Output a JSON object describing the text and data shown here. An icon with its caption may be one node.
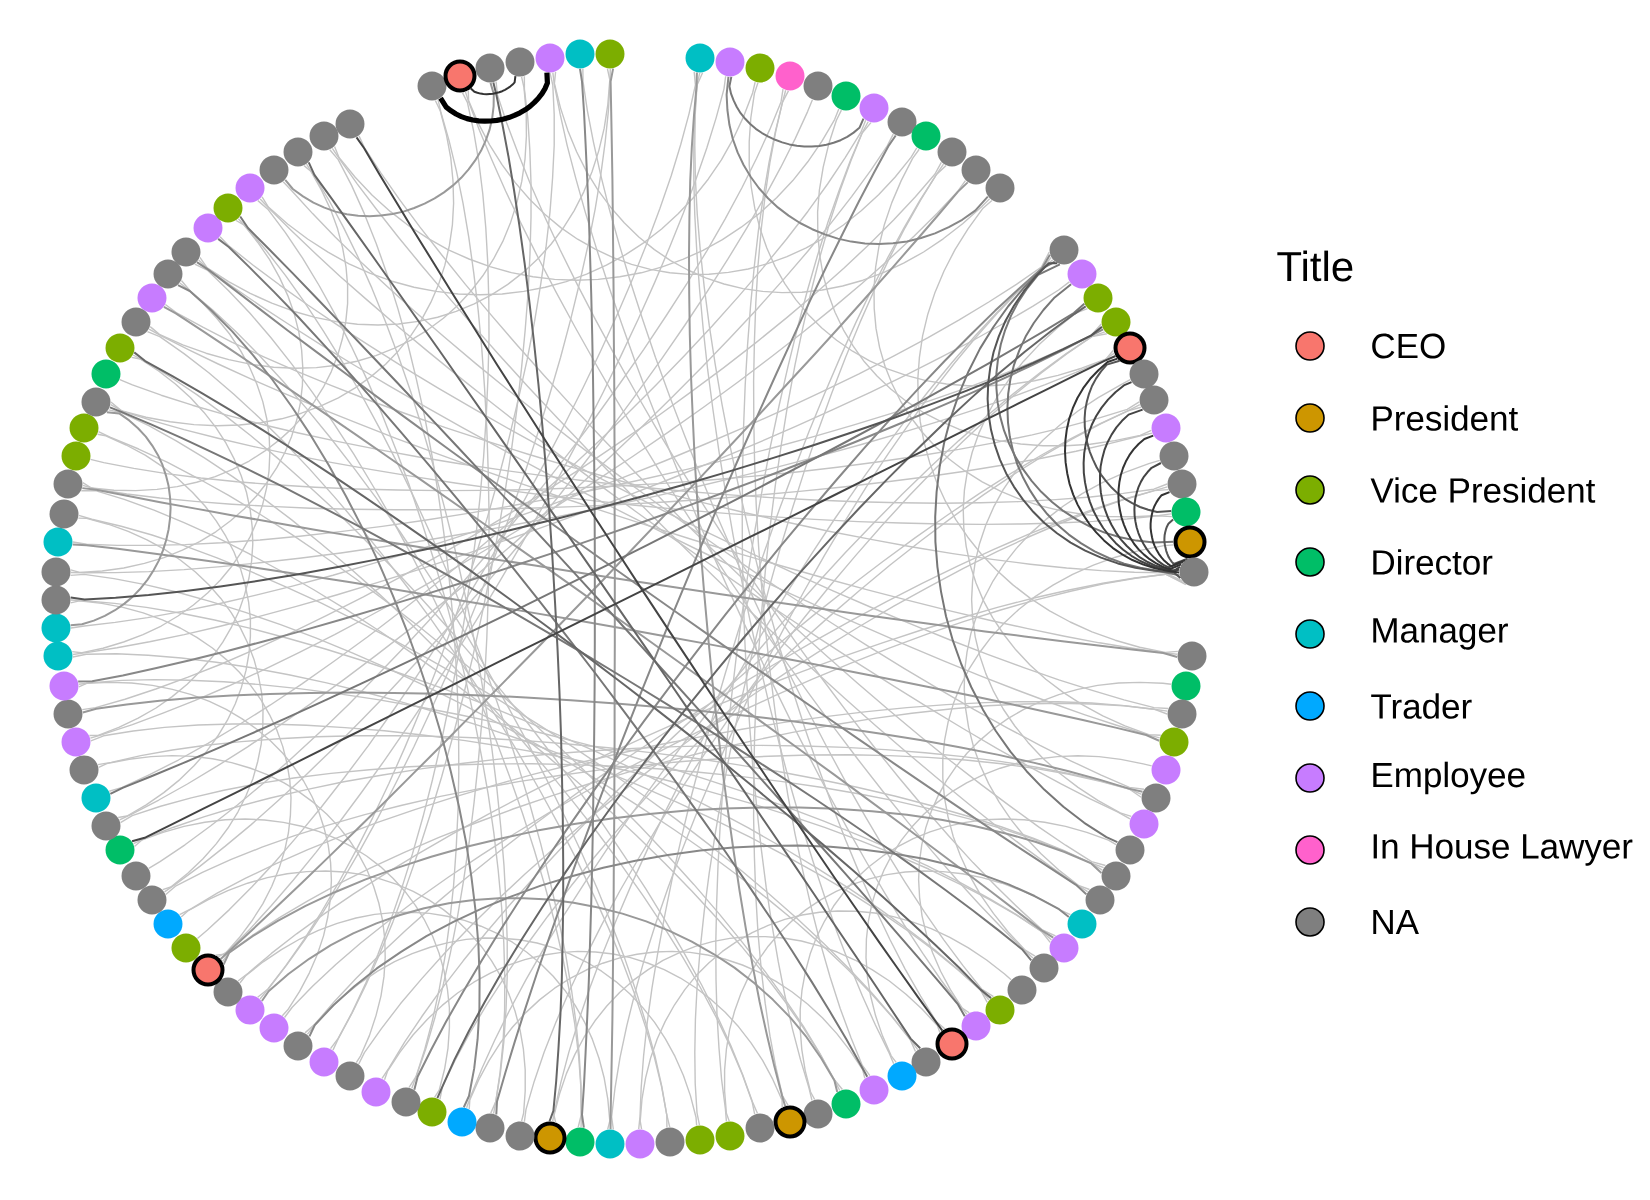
{
  "diagram": {
    "nodes": [
      {
        "text": [],
        "shape": "circle"
      },
      {
        "text": [],
        "shape": "circle"
      },
      {
        "text": [],
        "shape": "circle"
      },
      {
        "text": [],
        "shape": "circle"
      },
      {
        "text": [],
        "shape": "circle"
      },
      {
        "text": [],
        "shape": "circle"
      },
      {
        "text": [],
        "shape": "circle"
      },
      {
        "text": [],
        "shape": "circle"
      },
      {
        "text": [],
        "shape": "circle"
      },
      {
        "text": [],
        "shape": "circle"
      },
      {
        "text": [],
        "shape": "circle"
      },
      {
        "text": [],
        "shape": "circle"
      },
      {
        "text": [],
        "shape": "circle"
      },
      {
        "text": [],
        "shape": "circle"
      },
      {
        "text": [],
        "shape": "circle"
      },
      {
        "text": [],
        "shape": "circle"
      },
      {
        "text": [],
        "shape": "circle"
      },
      {
        "text": [],
        "shape": "circle"
      },
      {
        "text": [],
        "shape": "circle"
      },
      {
        "text": [],
        "shape": "circle"
      },
      {
        "text": [],
        "shape": "circle"
      },
      {
        "text": [],
        "shape": "circle"
      },
      {
        "text": [],
        "shape": "circle"
      },
      {
        "text": [],
        "shape": "circle"
      },
      {
        "text": [],
        "shape": "circle"
      },
      {
        "text": [],
        "shape": "circle"
      },
      {
        "text": [],
        "shape": "circle"
      },
      {
        "text": [],
        "shape": "circle"
      },
      {
        "text": [],
        "shape": "circle"
      },
      {
        "text": [],
        "shape": "circle"
      },
      {
        "text": [],
        "shape": "circle"
      },
      {
        "text": [],
        "shape": "circle"
      },
      {
        "text": [],
        "shape": "circle"
      },
      {
        "text": [],
        "shape": "circle"
      },
      {
        "text": [],
        "shape": "circle"
      },
      {
        "text": [],
        "shape": "circle"
      },
      {
        "text": [],
        "shape": "circle"
      },
      {
        "text": [],
        "shape": "circle"
      },
      {
        "text": [],
        "shape": "circle"
      },
      {
        "text": [],
        "shape": "circle"
      },
      {
        "text": [],
        "shape": "circle"
      },
      {
        "text": [],
        "shape": "circle"
      },
      {
        "text": [],
        "shape": "circle"
      },
      {
        "text": [],
        "shape": "circle"
      },
      {
        "text": [],
        "shape": "circle"
      },
      {
        "text": [],
        "shape": "circle"
      },
      {
        "text": [],
        "shape": "circle"
      },
      {
        "text": [],
        "shape": "circle"
      },
      {
        "text": [],
        "shape": "circle"
      },
      {
        "text": [],
        "shape": "circle"
      },
      {
        "text": [],
        "shape": "circle"
      },
      {
        "text": [],
        "shape": "circle"
      },
      {
        "text": [],
        "shape": "circle"
      },
      {
        "text": [],
        "shape": "circle"
      },
      {
        "text": [],
        "shape": "circle"
      },
      {
        "text": [],
        "shape": "circle"
      },
      {
        "text": [],
        "shape": "circle"
      },
      {
        "text": [],
        "shape": "circle"
      },
      {
        "text": [],
        "shape": "circle"
      },
      {
        "text": [],
        "shape": "circle"
      },
      {
        "text": [],
        "shape": "circle"
      },
      {
        "text": [],
        "shape": "circle"
      },
      {
        "text": [],
        "shape": "circle"
      },
      {
        "text": [],
        "shape": "circle"
      },
      {
        "text": [],
        "shape": "circle"
      },
      {
        "text": [],
        "shape": "circle"
      },
      {
        "text": [],
        "shape": "circle"
      },
      {
        "text": [],
        "shape": "circle"
      },
      {
        "text": [],
        "shape": "circle"
      },
      {
        "text": [],
        "shape": "circle"
      },
      {
        "text": [],
        "shape": "circle"
      },
      {
        "text": [],
        "shape": "circle"
      },
      {
        "text": [],
        "shape": "circle"
      },
      {
        "text": [],
        "shape": "circle"
      },
      {
        "text": [],
        "shape": "circle"
      },
      {
        "text": [],
        "shape": "circle"
      },
      {
        "text": [],
        "shape": "circle"
      },
      {
        "text": [],
        "shape": "circle"
      },
      {
        "text": [],
        "shape": "circle"
      },
      {
        "text": [],
        "shape": "circle"
      },
      {
        "text": [],
        "shape": "circle"
      },
      {
        "text": [],
        "shape": "circle"
      },
      {
        "text": [],
        "shape": "circle"
      },
      {
        "text": [],
        "shape": "circle"
      },
      {
        "text": [],
        "shape": "circle"
      },
      {
        "text": [],
        "shape": "circle"
      },
      {
        "text": [],
        "shape": "circle"
      },
      {
        "text": [],
        "shape": "circle"
      },
      {
        "text": [],
        "shape": "circle"
      },
      {
        "text": [],
        "shape": "circle"
      },
      {
        "text": [],
        "shape": "circle"
      },
      {
        "text": [],
        "shape": "circle"
      },
      {
        "text": [],
        "shape": "circle"
      },
      {
        "text": [],
        "shape": "circle"
      },
      {
        "text": [],
        "shape": "circle"
      },
      {
        "text": [],
        "shape": "circle"
      },
      {
        "text": [],
        "shape": "circle"
      },
      {
        "text": [],
        "shape": "circle"
      },
      {
        "text": [],
        "shape": "circle"
      },
      {
        "text": [],
        "shape": "circle"
      },
      {
        "text": [],
        "shape": "circle"
      },
      {
        "text": [],
        "shape": "circle"
      },
      {
        "text": [],
        "shape": "circle"
      },
      {
        "text": [],
        "shape": "circle"
      },
      {
        "text": [],
        "shape": "circle"
      },
      {
        "text": [],
        "shape": "circle"
      },
      {
        "text": [],
        "shape": "circle"
      },
      {
        "text": [],
        "shape": "circle"
      },
      {
        "text": [],
        "shape": "circle"
      },
      {
        "text": [],
        "shape": "circle"
      }
    ],
    "edges": [
      {
        "from": 0,
        "to": 41,
        "arrow": "none"
      },
      {
        "from": 3,
        "to": 44,
        "arrow": "none"
      },
      {
        "from": 6,
        "to": 47,
        "arrow": "none"
      },
      {
        "from": 9,
        "to": 50,
        "arrow": "none"
      },
      {
        "from": 12,
        "to": 53,
        "arrow": "none"
      },
      {
        "from": 15,
        "to": 56,
        "arrow": "none"
      },
      {
        "from": 18,
        "to": 59,
        "arrow": "none"
      },
      {
        "from": 21,
        "to": 62,
        "arrow": "none"
      },
      {
        "from": 24,
        "to": 65,
        "arrow": "none"
      },
      {
        "from": 27,
        "to": 68,
        "arrow": "none"
      },
      {
        "from": 30,
        "to": 71,
        "arrow": "none"
      },
      {
        "from": 33,
        "to": 74,
        "arrow": "none"
      },
      {
        "from": 36,
        "to": 77,
        "arrow": "none"
      },
      {
        "from": 39,
        "to": 80,
        "arrow": "none"
      },
      {
        "from": 42,
        "to": 83,
        "arrow": "none"
      },
      {
        "from": 45,
        "to": 86,
        "arrow": "none"
      },
      {
        "from": 48,
        "to": 89,
        "arrow": "none"
      },
      {
        "from": 51,
        "to": 92,
        "arrow": "none"
      },
      {
        "from": 54,
        "to": 95,
        "arrow": "none"
      },
      {
        "from": 57,
        "to": 98,
        "arrow": "none"
      },
      {
        "from": 60,
        "to": 101,
        "arrow": "none"
      },
      {
        "from": 63,
        "to": 104,
        "arrow": "none"
      },
      {
        "from": 66,
        "to": 107,
        "arrow": "none"
      },
      {
        "from": 69,
        "to": 0,
        "arrow": "none"
      },
      {
        "from": 72,
        "to": 3,
        "arrow": "none"
      },
      {
        "from": 75,
        "to": 6,
        "arrow": "none"
      },
      {
        "from": 78,
        "to": 9,
        "arrow": "none"
      },
      {
        "from": 81,
        "to": 12,
        "arrow": "none"
      },
      {
        "from": 84,
        "to": 15,
        "arrow": "none"
      },
      {
        "from": 87,
        "to": 18,
        "arrow": "none"
      },
      {
        "from": 90,
        "to": 21,
        "arrow": "none"
      },
      {
        "from": 93,
        "to": 24,
        "arrow": "none"
      },
      {
        "from": 96,
        "to": 27,
        "arrow": "none"
      },
      {
        "from": 99,
        "to": 30,
        "arrow": "none"
      },
      {
        "from": 102,
        "to": 33,
        "arrow": "none"
      },
      {
        "from": 105,
        "to": 36,
        "arrow": "none"
      },
      {
        "from": 108,
        "to": 39,
        "arrow": "none"
      },
      {
        "from": 1,
        "to": 68,
        "arrow": "none"
      },
      {
        "from": 4,
        "to": 71,
        "arrow": "none"
      },
      {
        "from": 7,
        "to": 74,
        "arrow": "none"
      },
      {
        "from": 10,
        "to": 77,
        "arrow": "none"
      },
      {
        "from": 13,
        "to": 80,
        "arrow": "none"
      },
      {
        "from": 16,
        "to": 83,
        "arrow": "none"
      },
      {
        "from": 19,
        "to": 86,
        "arrow": "none"
      },
      {
        "from": 22,
        "to": 89,
        "arrow": "none"
      },
      {
        "from": 25,
        "to": 92,
        "arrow": "none"
      },
      {
        "from": 28,
        "to": 95,
        "arrow": "none"
      },
      {
        "from": 31,
        "to": 98,
        "arrow": "none"
      },
      {
        "from": 34,
        "to": 101,
        "arrow": "none"
      },
      {
        "from": 37,
        "to": 104,
        "arrow": "none"
      },
      {
        "from": 40,
        "to": 107,
        "arrow": "none"
      },
      {
        "from": 43,
        "to": 0,
        "arrow": "none"
      },
      {
        "from": 46,
        "to": 3,
        "arrow": "none"
      },
      {
        "from": 49,
        "to": 6,
        "arrow": "none"
      },
      {
        "from": 52,
        "to": 9,
        "arrow": "none"
      },
      {
        "from": 55,
        "to": 12,
        "arrow": "none"
      },
      {
        "from": 58,
        "to": 15,
        "arrow": "none"
      },
      {
        "from": 61,
        "to": 18,
        "arrow": "none"
      },
      {
        "from": 64,
        "to": 21,
        "arrow": "none"
      },
      {
        "from": 67,
        "to": 24,
        "arrow": "none"
      },
      {
        "from": 70,
        "to": 27,
        "arrow": "none"
      },
      {
        "from": 73,
        "to": 30,
        "arrow": "none"
      },
      {
        "from": 76,
        "to": 33,
        "arrow": "none"
      },
      {
        "from": 79,
        "to": 36,
        "arrow": "none"
      },
      {
        "from": 82,
        "to": 39,
        "arrow": "none"
      },
      {
        "from": 85,
        "to": 42,
        "arrow": "none"
      },
      {
        "from": 88,
        "to": 45,
        "arrow": "none"
      },
      {
        "from": 91,
        "to": 48,
        "arrow": "none"
      },
      {
        "from": 94,
        "to": 51,
        "arrow": "none"
      },
      {
        "from": 97,
        "to": 54,
        "arrow": "none"
      },
      {
        "from": 100,
        "to": 57,
        "arrow": "none"
      },
      {
        "from": 103,
        "to": 60,
        "arrow": "none"
      },
      {
        "from": 106,
        "to": 63,
        "arrow": "none"
      },
      {
        "from": 109,
        "to": 66,
        "arrow": "none"
      },
      {
        "from": 2,
        "to": 16,
        "arrow": "none"
      },
      {
        "from": 5,
        "to": 19,
        "arrow": "none"
      },
      {
        "from": 8,
        "to": 22,
        "arrow": "none"
      },
      {
        "from": 11,
        "to": 25,
        "arrow": "none"
      },
      {
        "from": 14,
        "to": 28,
        "arrow": "none"
      },
      {
        "from": 17,
        "to": 31,
        "arrow": "none"
      },
      {
        "from": 20,
        "to": 34,
        "arrow": "none"
      },
      {
        "from": 23,
        "to": 37,
        "arrow": "none"
      },
      {
        "from": 26,
        "to": 40,
        "arrow": "none"
      },
      {
        "from": 29,
        "to": 43,
        "arrow": "none"
      },
      {
        "from": 32,
        "to": 46,
        "arrow": "none"
      },
      {
        "from": 35,
        "to": 49,
        "arrow": "none"
      },
      {
        "from": 38,
        "to": 52,
        "arrow": "none"
      },
      {
        "from": 41,
        "to": 55,
        "arrow": "none"
      },
      {
        "from": 44,
        "to": 58,
        "arrow": "none"
      },
      {
        "from": 47,
        "to": 61,
        "arrow": "none"
      },
      {
        "from": 50,
        "to": 64,
        "arrow": "none"
      },
      {
        "from": 53,
        "to": 67,
        "arrow": "none"
      },
      {
        "from": 56,
        "to": 70,
        "arrow": "none"
      },
      {
        "from": 59,
        "to": 73,
        "arrow": "none"
      },
      {
        "from": 62,
        "to": 76,
        "arrow": "none"
      },
      {
        "from": 65,
        "to": 79,
        "arrow": "none"
      },
      {
        "from": 68,
        "to": 82,
        "arrow": "none"
      },
      {
        "from": 71,
        "to": 85,
        "arrow": "none"
      },
      {
        "from": 74,
        "to": 88,
        "arrow": "none"
      },
      {
        "from": 77,
        "to": 91,
        "arrow": "none"
      },
      {
        "from": 80,
        "to": 94,
        "arrow": "none"
      },
      {
        "from": 83,
        "to": 97,
        "arrow": "none"
      },
      {
        "from": 86,
        "to": 100,
        "arrow": "none"
      },
      {
        "from": 89,
        "to": 103,
        "arrow": "none"
      },
      {
        "from": 92,
        "to": 106,
        "arrow": "none"
      },
      {
        "from": 95,
        "to": 109,
        "arrow": "none"
      },
      {
        "from": 98,
        "to": 2,
        "arrow": "none"
      },
      {
        "from": 101,
        "to": 5,
        "arrow": "none"
      },
      {
        "from": 104,
        "to": 8,
        "arrow": "none"
      },
      {
        "from": 107,
        "to": 11,
        "arrow": "none"
      },
      {
        "from": 99,
        "to": 105,
        "arrow": "none",
        "color": "#999999"
      },
      {
        "from": 68,
        "to": 10,
        "arrow": "none",
        "color": "#999999"
      },
      {
        "from": 66,
        "to": 45,
        "arrow": "none",
        "color": "#999999"
      },
      {
        "from": 25,
        "to": 86,
        "arrow": "none",
        "color": "#999999"
      },
      {
        "from": 30,
        "to": 78,
        "arrow": "none",
        "color": "#999999"
      },
      {
        "from": 33,
        "to": 68,
        "arrow": "none",
        "color": "#999999"
      },
      {
        "from": 93,
        "to": 36,
        "arrow": "none",
        "color": "#999999"
      },
      {
        "from": 47,
        "to": 0,
        "arrow": "none",
        "color": "#999999"
      },
      {
        "from": 84,
        "to": 28,
        "arrow": "none",
        "color": "#999999"
      },
      {
        "from": 53,
        "to": 109,
        "arrow": "none",
        "color": "#999999"
      },
      {
        "from": 89,
        "to": 81,
        "arrow": "none",
        "color": "#999999"
      },
      {
        "from": 35,
        "to": 64,
        "arrow": "none",
        "color": "#888888"
      },
      {
        "from": 34,
        "to": 95,
        "arrow": "none",
        "color": "#888888"
      },
      {
        "from": 15,
        "to": 79,
        "arrow": "none",
        "color": "#888888"
      },
      {
        "from": 54,
        "to": 108,
        "arrow": "none",
        "color": "#888888"
      },
      {
        "from": 1,
        "to": 11,
        "arrow": "none",
        "color": "#888888"
      },
      {
        "from": 7,
        "to": 57,
        "arrow": "none",
        "color": "#888888"
      },
      {
        "from": 58,
        "to": 94,
        "arrow": "none",
        "color": "#888888"
      },
      {
        "from": 60,
        "to": 12,
        "arrow": "none",
        "color": "#888888"
      },
      {
        "from": 12,
        "to": 23,
        "arrow": "none",
        "color": "#777777"
      },
      {
        "from": 13,
        "to": 24,
        "arrow": "none",
        "color": "#777777"
      },
      {
        "from": 14,
        "to": 75,
        "arrow": "none",
        "color": "#777777"
      },
      {
        "from": 96,
        "to": 44,
        "arrow": "none",
        "color": "#777777"
      },
      {
        "from": 89,
        "to": 37,
        "arrow": "none",
        "color": "#777777"
      },
      {
        "from": 1,
        "to": 6,
        "arrow": "none",
        "color": "#777777"
      },
      {
        "from": 12,
        "to": 32,
        "arrow": "none",
        "color": "#777777"
      },
      {
        "from": 40,
        "to": 97,
        "arrow": "none",
        "color": "#777777"
      },
      {
        "from": 100,
        "to": 42,
        "arrow": "none",
        "color": "#666666"
      },
      {
        "from": 91,
        "to": 39,
        "arrow": "none",
        "color": "#666666"
      },
      {
        "from": 59,
        "to": 14,
        "arrow": "none",
        "color": "#666666"
      },
      {
        "from": 55,
        "to": 105,
        "arrow": "none",
        "color": "#666666"
      },
      {
        "from": 12,
        "to": 24,
        "arrow": "none",
        "color": "#555555"
      },
      {
        "from": 16,
        "to": 22,
        "arrow": "none",
        "color": "#555555"
      },
      {
        "from": 22,
        "to": 24,
        "arrow": "none",
        "color": "#555555"
      },
      {
        "from": 15,
        "to": 82,
        "arrow": "none",
        "color": "#555555"
      },
      {
        "from": 17,
        "to": 24,
        "arrow": "none",
        "color": "#444444"
      },
      {
        "from": 18,
        "to": 24,
        "arrow": "none",
        "color": "#444444"
      },
      {
        "from": 20,
        "to": 24,
        "arrow": "none",
        "color": "#444444"
      },
      {
        "from": 16,
        "to": 73,
        "arrow": "none",
        "color": "#444444"
      },
      {
        "from": 102,
        "to": 41,
        "arrow": "none",
        "color": "#444444"
      },
      {
        "from": 16,
        "to": 24,
        "arrow": "none",
        "color": "#333333"
      },
      {
        "from": 19,
        "to": 24,
        "arrow": "none",
        "color": "#333333"
      },
      {
        "from": 21,
        "to": 24,
        "arrow": "none",
        "color": "#333333"
      },
      {
        "from": 104,
        "to": 106,
        "arrow": "none",
        "color": "#333333"
      },
      {
        "from": 103,
        "to": 107,
        "arrow": "none",
        "color": "#000000",
        "style": "thick"
      }
    ],
    "labels": [
      "Title"
    ],
    "legend": [
      {
        "text": "CEO",
        "color": "#f8766d"
      },
      {
        "text": "President",
        "color": "#cd9600"
      },
      {
        "text": "Vice President",
        "color": "#7cae00"
      },
      {
        "text": "Director",
        "color": "#00be67"
      },
      {
        "text": "Manager",
        "color": "#00bfc4"
      },
      {
        "text": "Trader",
        "color": "#00a9ff"
      },
      {
        "text": "Employee",
        "color": "#c77cff"
      },
      {
        "text": "In House Lawyer",
        "color": "#ff61cc"
      },
      {
        "text": "NA",
        "color": "#7f7f7f"
      }
    ]
  }
}
